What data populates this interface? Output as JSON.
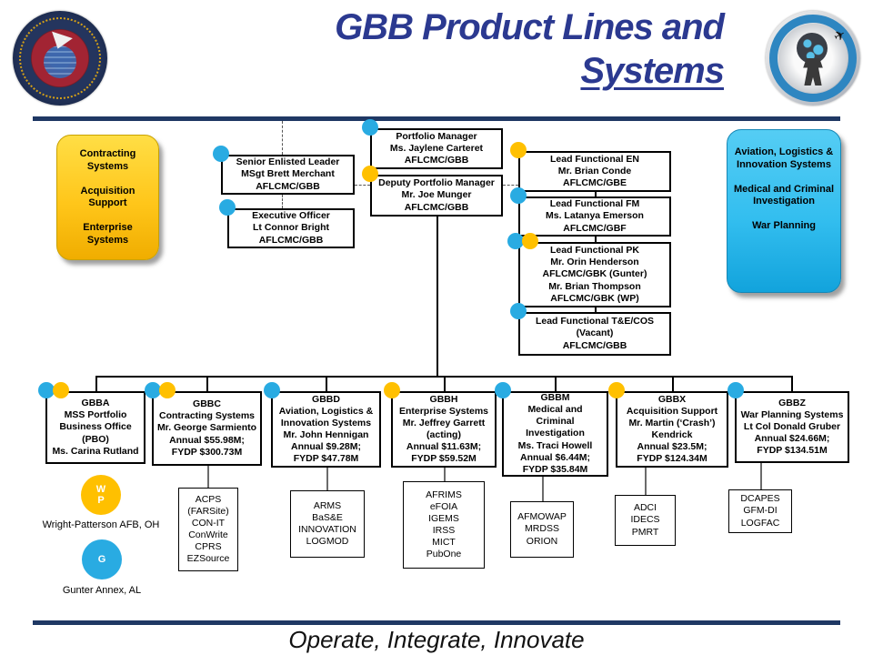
{
  "colors": {
    "navy": "#1F3864",
    "title_blue": "#2B3990",
    "wp_yellow": "#FFC000",
    "gunter_blue": "#29ABE2",
    "panel_yellow": "#FFC61A",
    "panel_blue": "#33BEEF"
  },
  "header": {
    "title_line1": "GBB Product Lines and",
    "title_line2": "Systems"
  },
  "left_panel": {
    "items": [
      "Contracting Systems",
      "Acquisition Support",
      "Enterprise Systems"
    ]
  },
  "right_panel": {
    "items": [
      "Aviation, Logistics & Innovation Systems",
      "Medical and Criminal Investigation",
      "War Planning"
    ]
  },
  "org": {
    "portfolio_manager": {
      "lines": [
        "Portfolio Manager",
        "Ms. Jaylene Carteret",
        "AFLCMC/GBB"
      ],
      "dots": [
        "gunter"
      ]
    },
    "deputy_portfolio_manager": {
      "lines": [
        "Deputy Portfolio Manager",
        "Mr. Joe Munger",
        "AFLCMC/GBB"
      ],
      "dots": [
        "wright_patterson"
      ]
    },
    "senior_enlisted_leader": {
      "lines": [
        "Senior Enlisted Leader",
        "MSgt Brett Merchant",
        "AFLCMC/GBB"
      ],
      "dots": [
        "gunter"
      ]
    },
    "executive_officer": {
      "lines": [
        "Executive Officer",
        "Lt Connor Bright",
        "AFLCMC/GBB"
      ],
      "dots": [
        "gunter"
      ]
    },
    "lead_functional_en": {
      "lines": [
        "Lead Functional EN",
        "Mr. Brian Conde",
        "AFLCMC/GBE"
      ],
      "dots": [
        "wright_patterson"
      ]
    },
    "lead_functional_fm": {
      "lines": [
        "Lead Functional FM",
        "Ms. Latanya Emerson",
        "AFLCMC/GBF"
      ],
      "dots": [
        "gunter"
      ]
    },
    "lead_functional_pk": {
      "lines": [
        "Lead Functional PK",
        "Mr. Orin Henderson",
        "AFLCMC/GBK (Gunter)",
        "Mr. Brian Thompson",
        "AFLCMC/GBK (WP)"
      ],
      "dots": [
        "gunter",
        "wright_patterson"
      ]
    },
    "lead_functional_te_cos": {
      "lines": [
        "Lead Functional T&E/COS",
        "(Vacant)",
        "AFLCMC/GBB"
      ],
      "dots": [
        "gunter"
      ]
    }
  },
  "divisions": [
    {
      "lines": [
        "GBBA",
        "MSS Portfolio",
        "Business Office",
        "(PBO)",
        "Ms. Carina Rutland"
      ],
      "dots": [
        "gunter",
        "wright_patterson"
      ]
    },
    {
      "lines": [
        "GBBC",
        "Contracting Systems",
        "Mr. George Sarmiento",
        "Annual $55.98M;",
        "FYDP $300.73M"
      ],
      "dots": [
        "gunter",
        "wright_patterson"
      ]
    },
    {
      "lines": [
        "GBBD",
        "Aviation, Logistics &",
        "Innovation Systems",
        "Mr. John Hennigan",
        "Annual $9.28M;",
        "FYDP $47.78M"
      ],
      "dots": [
        "gunter"
      ]
    },
    {
      "lines": [
        "GBBH",
        "Enterprise Systems",
        "Mr. Jeffrey Garrett",
        "(acting)",
        "Annual $11.63M;",
        "FYDP $59.52M"
      ],
      "dots": [
        "wright_patterson"
      ]
    },
    {
      "lines": [
        "GBBM",
        "Medical and",
        "Criminal",
        "Investigation",
        "Ms. Traci Howell",
        "Annual $6.44M;",
        "FYDP $35.84M"
      ],
      "dots": [
        "gunter"
      ]
    },
    {
      "lines": [
        "GBBX",
        "Acquisition Support",
        "Mr. Martin (‘Crash’)",
        "Kendrick",
        "Annual $23.5M;",
        "FYDP $124.34M"
      ],
      "dots": [
        "wright_patterson"
      ]
    },
    {
      "lines": [
        "GBBZ",
        "War Planning Systems",
        "Lt Col Donald Gruber",
        "Annual $24.66M;",
        "FYDP $134.51M"
      ],
      "dots": [
        "gunter"
      ]
    }
  ],
  "systems": [
    {
      "lines": [
        "ACPS",
        "(FARSite)",
        "CON-IT",
        "ConWrite",
        "CPRS",
        "EZSource"
      ]
    },
    {
      "lines": [
        "ARMS",
        "BaS&E",
        "INNOVATION",
        "LOGMOD"
      ]
    },
    {
      "lines": [
        "AFRIMS",
        "eFOIA",
        "IGEMS",
        "IRSS",
        "MICT",
        "PubOne"
      ]
    },
    {
      "lines": [
        "AFMOWAP",
        "MRDSS",
        "ORION"
      ]
    },
    {
      "lines": [
        "ADCI",
        "IDECS",
        "PMRT"
      ]
    },
    {
      "lines": [
        "DCAPES",
        "GFM-DI",
        "LOGFAC"
      ]
    }
  ],
  "legend": {
    "wright_patterson": {
      "symbol_lines": [
        "W",
        "P"
      ],
      "label": "Wright-Patterson AFB, OH"
    },
    "gunter": {
      "symbol_lines": [
        "G"
      ],
      "label": "Gunter Annex, AL"
    }
  },
  "footer": {
    "motto": "Operate, Integrate, Innovate"
  }
}
